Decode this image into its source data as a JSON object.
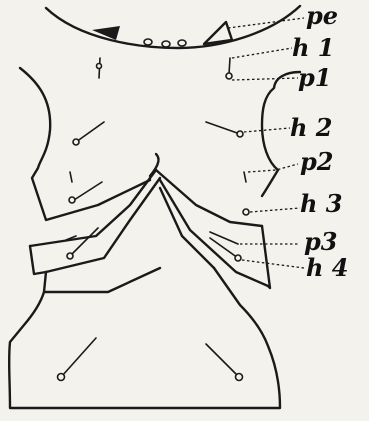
{
  "figure": {
    "labels": {
      "pe": "pe",
      "h1": "h 1",
      "p1": "p1",
      "h2": "h 2",
      "p2": "p2",
      "h3": "h 3",
      "p3": "p3",
      "h4": "h 4"
    }
  }
}
